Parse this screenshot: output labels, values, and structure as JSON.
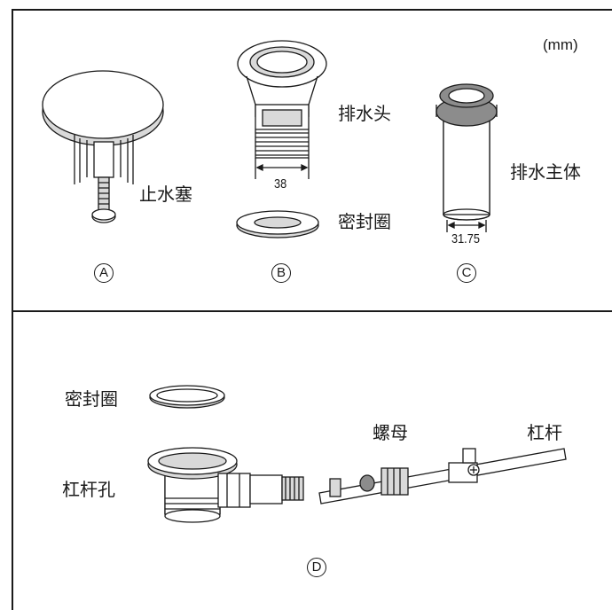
{
  "unit_label": "(mm)",
  "top_panel": {
    "part_a": {
      "marker": "A",
      "name": "止水塞"
    },
    "part_b": {
      "marker": "B",
      "name_head": "排水头",
      "name_seal": "密封圈",
      "dimension": "38"
    },
    "part_c": {
      "marker": "C",
      "name": "排水主体",
      "dimension": "31.75"
    }
  },
  "bottom_panel": {
    "marker": "D",
    "seal_label": "密封圈",
    "lever_hole_label": "杠杆孔",
    "nut_label": "螺母",
    "lever_label": "杠杆"
  }
}
